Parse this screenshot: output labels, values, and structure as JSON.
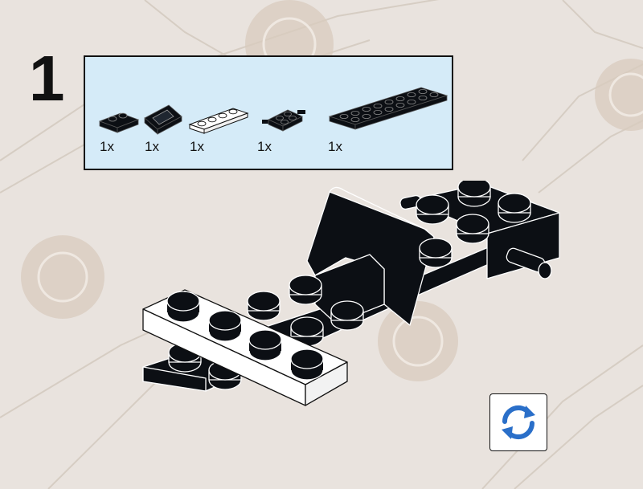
{
  "step": {
    "number": "1"
  },
  "parts_list": [
    {
      "part": "black 1x2 plate",
      "quantity": "1x"
    },
    {
      "part": "black 1x2 handle slope",
      "quantity": "1x"
    },
    {
      "part": "white 1x4 plate",
      "quantity": "1x"
    },
    {
      "part": "black 2x2 plate with pins",
      "quantity": "1x"
    },
    {
      "part": "black 2x8 plate",
      "quantity": "1x"
    }
  ],
  "colors": {
    "background": "#e9e3de",
    "parts_box": "#d5ebf8",
    "brick_black": "#0c0f14",
    "brick_white": "#ffffff",
    "rotate_icon": "#2a6fc9"
  },
  "icons": {
    "rotate": "rotate-arrows-icon"
  }
}
